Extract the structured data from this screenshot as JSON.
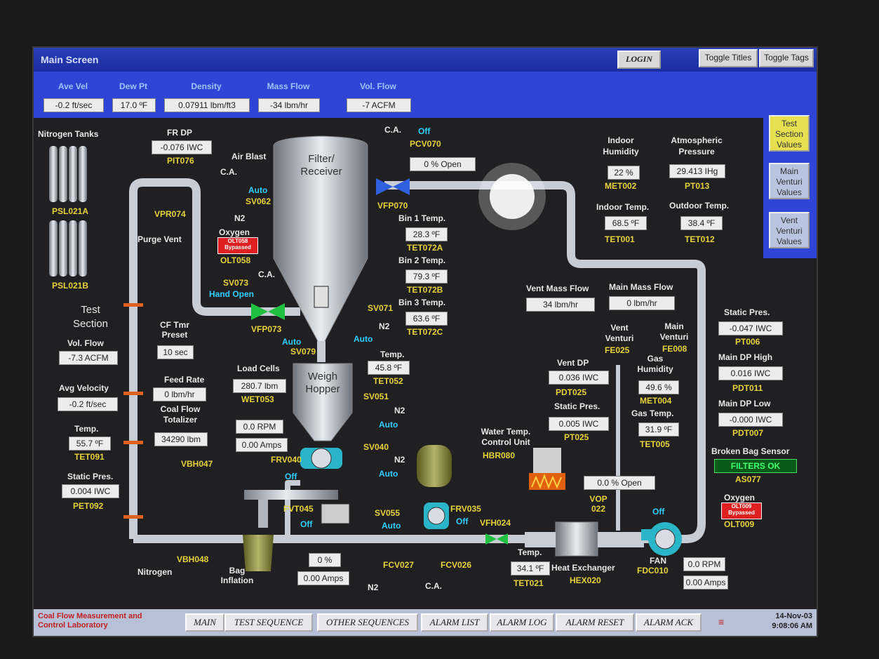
{
  "window": {
    "title": "Main Screen",
    "login": "LOGIN",
    "toggle_titles": "Toggle Titles",
    "toggle_tags": "Toggle Tags"
  },
  "header": {
    "ave_vel": {
      "label": "Ave Vel",
      "value": "-0.2 ft/sec"
    },
    "dew_pt": {
      "label": "Dew Pt",
      "value": "17.0 ºF"
    },
    "density": {
      "label": "Density",
      "value": "0.07911 lbm/ft3"
    },
    "mass_flow": {
      "label": "Mass Flow",
      "value": "-34 lbm/hr"
    },
    "vol_flow": {
      "label": "Vol. Flow",
      "value": "-7 ACFM"
    }
  },
  "side_buttons": [
    "Test Section Values",
    "Main Venturi Values",
    "Vent Venturi Values"
  ],
  "left": {
    "nitrogen_tanks": "Nitrogen Tanks",
    "psl021a": "PSL021A",
    "psl021b": "PSL021B",
    "vpr074": "VPR074",
    "purge_vent": "Purge Vent",
    "test_section": "Test Section",
    "vol_flow_label": "Vol. Flow",
    "vol_flow_value": "-7.3 ACFM",
    "avg_velocity_label": "Avg Velocity",
    "avg_velocity_value": "-0.2 ft/sec",
    "temp_label": "Temp.",
    "temp_value": "55.7 ºF",
    "temp_tag": "TET091",
    "static_label": "Static Pres.",
    "static_value": "0.004 IWC",
    "static_tag": "PET092"
  },
  "filter": {
    "fr_dp_label": "FR DP",
    "fr_dp_value": "-0.076 IWC",
    "fr_dp_tag": "PIT076",
    "air_blast": "Air Blast",
    "ca": "C.A.",
    "receiver": "Filter/ Receiver",
    "sv062_mode": "Auto",
    "sv062": "SV062",
    "n2": "N2",
    "oxygen": "Oxygen",
    "olt058_alarm": "OLT058 Bypassed",
    "olt058": "OLT058",
    "sv073": "SV073",
    "hand_open": "Hand Open",
    "vfp073": "VFP073",
    "ca_pcv": "C.A.",
    "pcv_off": "Off",
    "pcv070": "PCV070",
    "pcv_open": "0 % Open",
    "vfp070": "VFP070",
    "bin1_label": "Bin 1 Temp.",
    "bin1_value": "28.3 ºF",
    "bin1_tag": "TET072A",
    "bin2_label": "Bin 2 Temp.",
    "bin2_value": "79.3 ºF",
    "bin2_tag": "TET072B",
    "bin3_label": "Bin 3 Temp.",
    "bin3_value": "63.6 ºF",
    "bin3_tag": "TET072C",
    "sv071": "SV071",
    "sv071_mode": "Auto",
    "sv071_n2": "N2"
  },
  "hopper": {
    "cf_label": "CF Tmr Preset",
    "cf_value": "10 sec",
    "auto": "Auto",
    "sv079": "SV079",
    "load_label": "Load Cells",
    "load_value": "280.7 lbm",
    "load_tag": "WET053",
    "weigh": "Weigh Hopper",
    "temp_label": "Temp.",
    "temp_value": "45.8 ºF",
    "temp_tag": "TET052",
    "feed_label": "Feed Rate",
    "feed_value": "0 lbm/hr",
    "coal_label": "Coal Flow Totalizer",
    "coal_value": "34290 lbm",
    "rpm": "0.0 RPM",
    "amps": "0.00 Amps",
    "sv051": "SV051",
    "sv051_n2": "N2",
    "sv051_mode": "Auto",
    "sv040": "SV040",
    "sv040_n2": "N2",
    "sv040_mode": "Auto",
    "vbh047": "VBH047",
    "frv040": "FRV040",
    "frv040_off": "Off",
    "fvt045": "FVT045",
    "fvt045_off": "Off",
    "sv055": "SV055",
    "sv055_mode": "Auto",
    "frv035": "FRV035",
    "frv035_off": "Off",
    "vbh048": "VBH048",
    "nitrogen": "Nitrogen",
    "bag_inflation": "Bag Inflation",
    "pct": "0 %",
    "amps2": "0.00 Amps",
    "fcv027": "FCV027",
    "fcv027_n2": "N2",
    "fcv026": "FCV026",
    "fcv026_ca": "C.A."
  },
  "right": {
    "humidity_label": "Indoor Humidity",
    "humidity_value": "22 %",
    "humidity_tag": "MET002",
    "atm_label": "Atmospheric Pressure",
    "atm_value": "29.413 IHg",
    "atm_tag": "PT013",
    "indoor_label": "Indoor Temp.",
    "indoor_value": "68.5 ºF",
    "indoor_tag": "TET001",
    "outdoor_label": "Outdoor Temp.",
    "outdoor_value": "38.4 ºF",
    "outdoor_tag": "TET012",
    "vent_mass_label": "Vent Mass Flow",
    "vent_mass_value": "34 lbm/hr",
    "main_mass_label": "Main Mass Flow",
    "main_mass_value": "0 lbm/hr",
    "vent_venturi": "Vent Venturi",
    "fe025": "FE025",
    "main_venturi": "Main Venturi",
    "fe008": "FE008",
    "static_label": "Static Pres.",
    "static_value": "-0.047 IWC",
    "static_tag": "PT006",
    "vent_dp_label": "Vent DP",
    "vent_dp_value": "0.036 IWC",
    "vent_dp_tag": "PDT025",
    "gas_hum_label": "Gas Humidity",
    "gas_hum_value": "49.6 %",
    "gas_hum_tag": "MET004",
    "main_dp_high_label": "Main DP High",
    "main_dp_high_value": "0.016 IWC",
    "main_dp_high_tag": "PDT011",
    "vstatic_label": "Static Pres.",
    "vstatic_value": "0.005 IWC",
    "vstatic_tag": "PT025",
    "gas_temp_label": "Gas Temp.",
    "gas_temp_value": "31.9 ºF",
    "gas_temp_tag": "TET005",
    "main_dp_low_label": "Main DP Low",
    "main_dp_low_value": "-0.000 IWC",
    "main_dp_low_tag": "PDT007",
    "water_label": "Water Temp. Control Unit",
    "water_tag": "HBR080",
    "broken_label": "Broken Bag Sensor",
    "broken_value": "FILTERS OK",
    "broken_tag": "AS077",
    "vop_open": "0.0 % Open",
    "vop": "VOP 022",
    "oxygen": "Oxygen",
    "olt009_alarm": "OLT009 Bypassed",
    "olt009": "OLT009",
    "vfh024": "VFH024",
    "fan_off": "Off",
    "temp_label": "Temp.",
    "temp_value": "34.1 ºF",
    "temp_tag": "TET021",
    "hex_label": "Heat Exchanger",
    "hex_tag": "HEX020",
    "fan": "FAN",
    "fdc010": "FDC010",
    "fan_rpm": "0.0 RPM",
    "fan_amps": "0.00 Amps"
  },
  "footer": {
    "lab": "Coal Flow Measurement and Control Laboratory",
    "buttons": [
      "MAIN",
      "TEST SEQUENCE",
      "OTHER SEQUENCES",
      "ALARM LIST",
      "ALARM LOG",
      "ALARM RESET",
      "ALARM ACK"
    ],
    "date": "14-Nov-03",
    "time": "9:08:06 AM"
  },
  "colors": {
    "pipe": "#c8ccd4",
    "accent_yellow": "#e6d23a",
    "accent_cyan": "#2fd0ff",
    "alarm": "#e02020",
    "title_blue": "#2f45d6"
  }
}
